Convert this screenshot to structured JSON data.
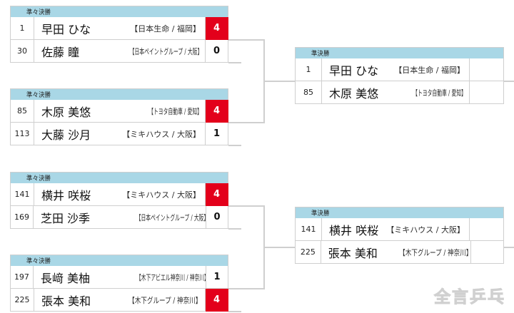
{
  "labels": {
    "quarterfinal": "準々決勝",
    "semifinal": "準決勝"
  },
  "colors": {
    "header_bar": "#a9d7e6",
    "winner_score": "#e3001b",
    "border": "#cfcfcf",
    "connector": "#cfcfcf"
  },
  "watermark": "全言乒乓",
  "quarterfinals": [
    {
      "round_label": "準々決勝",
      "players": [
        {
          "seed": "1",
          "name": "早田 ひな",
          "affiliation": "【日本生命 / 福岡】",
          "score": "4",
          "winner": true
        },
        {
          "seed": "30",
          "name": "佐藤 瞳",
          "affiliation": "【日本ペイントグループ / 大阪】",
          "score": "0",
          "winner": false
        }
      ]
    },
    {
      "round_label": "準々決勝",
      "players": [
        {
          "seed": "85",
          "name": "木原 美悠",
          "affiliation": "【トヨタ自動車 / 愛知】",
          "score": "4",
          "winner": true
        },
        {
          "seed": "113",
          "name": "大藤 沙月",
          "affiliation": "【ミキハウス / 大阪】",
          "score": "1",
          "winner": false
        }
      ]
    },
    {
      "round_label": "準々決勝",
      "players": [
        {
          "seed": "141",
          "name": "横井 咲桜",
          "affiliation": "【ミキハウス / 大阪】",
          "score": "4",
          "winner": true
        },
        {
          "seed": "169",
          "name": "芝田 沙季",
          "affiliation": "【日本ペイントグループ / 大阪】",
          "score": "0",
          "winner": false
        }
      ]
    },
    {
      "round_label": "準々決勝",
      "players": [
        {
          "seed": "197",
          "name": "長﨑 美柚",
          "affiliation": "【木下アビエル神奈川 / 神奈川】",
          "score": "1",
          "winner": false
        },
        {
          "seed": "225",
          "name": "張本 美和",
          "affiliation": "【木下グループ / 神奈川】",
          "score": "4",
          "winner": true
        }
      ]
    }
  ],
  "semifinals": [
    {
      "round_label": "準決勝",
      "players": [
        {
          "seed": "1",
          "name": "早田 ひな",
          "affiliation": "【日本生命 / 福岡】",
          "score": "",
          "winner": false
        },
        {
          "seed": "85",
          "name": "木原 美悠",
          "affiliation": "【トヨタ自動車 / 愛知】",
          "score": "",
          "winner": false
        }
      ]
    },
    {
      "round_label": "準決勝",
      "players": [
        {
          "seed": "141",
          "name": "横井 咲桜",
          "affiliation": "【ミキハウス / 大阪】",
          "score": "",
          "winner": false
        },
        {
          "seed": "225",
          "name": "張本 美和",
          "affiliation": "【木下グループ / 神奈川】",
          "score": "",
          "winner": false
        }
      ]
    }
  ]
}
